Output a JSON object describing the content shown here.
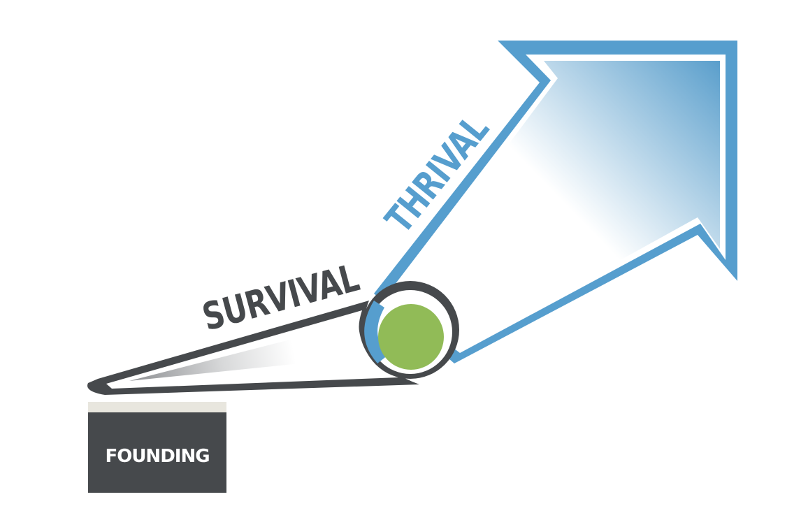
{
  "labels": {
    "survival": "SURVIVAL",
    "thrival": "THRIVAL",
    "founding": "FOUNDING"
  },
  "colors": {
    "dark": "#46494c",
    "blue": "#569ece",
    "green": "#91bb57",
    "base_top": "#e8e6de",
    "white": "#ffffff"
  }
}
